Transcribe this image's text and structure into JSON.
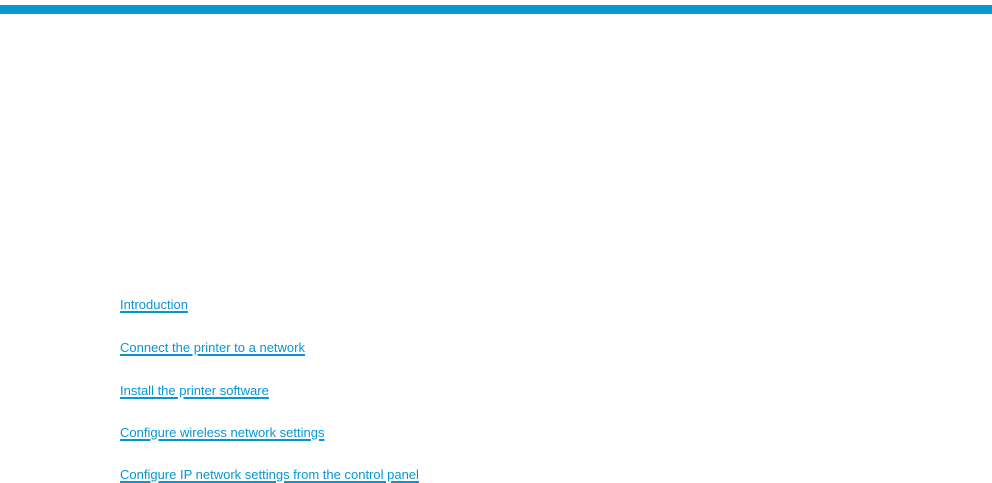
{
  "page": {
    "background_color": "#ffffff",
    "accent_bar_color": "#0797d3",
    "link_color": "#0796d3"
  },
  "links": [
    {
      "label": "Introduction"
    },
    {
      "label": "Connect the printer to a network"
    },
    {
      "label": "Install the printer software"
    },
    {
      "label": "Configure wireless network settings"
    },
    {
      "label": "Configure IP network settings from the control panel"
    }
  ]
}
